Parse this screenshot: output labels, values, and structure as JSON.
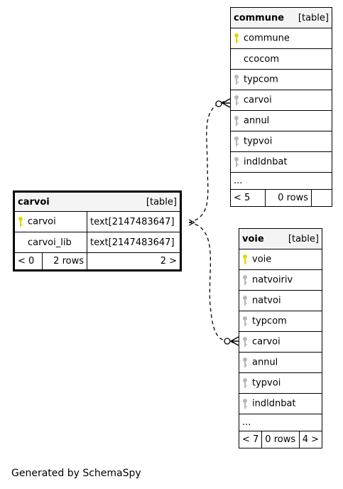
{
  "tables": {
    "commune": {
      "name": "commune",
      "type": "[table]",
      "columns": [
        {
          "name": "commune",
          "key": "primary"
        },
        {
          "name": "ccocom",
          "key": "none"
        },
        {
          "name": "typcom",
          "key": "foreign"
        },
        {
          "name": "carvoi",
          "key": "foreign"
        },
        {
          "name": "annul",
          "key": "foreign"
        },
        {
          "name": "typvoi",
          "key": "foreign"
        },
        {
          "name": "indldnbat",
          "key": "foreign"
        }
      ],
      "more": "...",
      "footer": {
        "parents": "< 5",
        "rows": "0 rows",
        "children": ""
      }
    },
    "carvoi": {
      "name": "carvoi",
      "type": "[table]",
      "columns": [
        {
          "name": "carvoi",
          "datatype": "text[2147483647]",
          "key": "primary"
        },
        {
          "name": "carvoi_lib",
          "datatype": "text[2147483647]",
          "key": "none"
        }
      ],
      "footer": {
        "parents": "< 0",
        "rows": "2 rows",
        "children": "2 >"
      }
    },
    "voie": {
      "name": "voie",
      "type": "[table]",
      "columns": [
        {
          "name": "voie",
          "key": "primary"
        },
        {
          "name": "natvoiriv",
          "key": "foreign"
        },
        {
          "name": "natvoi",
          "key": "foreign"
        },
        {
          "name": "typcom",
          "key": "foreign"
        },
        {
          "name": "carvoi",
          "key": "foreign"
        },
        {
          "name": "annul",
          "key": "foreign"
        },
        {
          "name": "typvoi",
          "key": "foreign"
        },
        {
          "name": "indldnbat",
          "key": "foreign"
        }
      ],
      "more": "...",
      "footer": {
        "parents": "< 7",
        "rows": "0 rows",
        "children": "4 >"
      }
    }
  },
  "footer_text": "Generated by SchemaSpy",
  "colors": {
    "primary_key": "#e0d800",
    "foreign_key": "#b8b8b8",
    "header_bg": "#f4f4f4"
  }
}
